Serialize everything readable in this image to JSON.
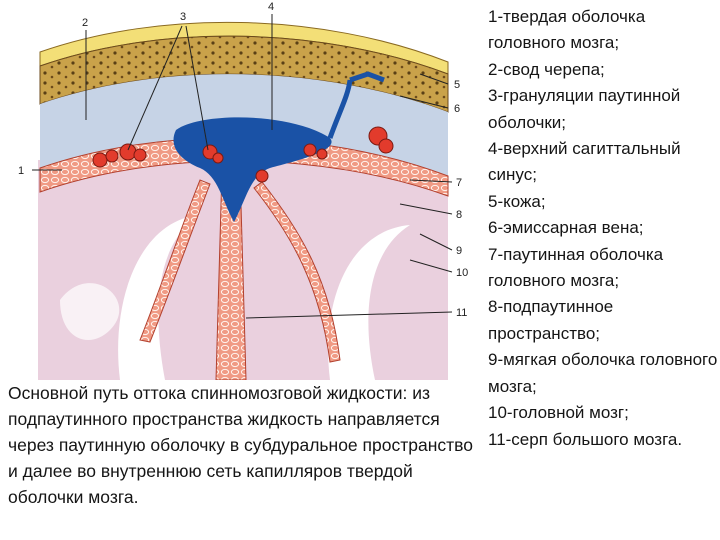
{
  "diagram": {
    "numbers": [
      "1",
      "2",
      "3",
      "4",
      "5",
      "6",
      "7",
      "8",
      "9",
      "10",
      "11"
    ]
  },
  "legend": [
    "1-твердая оболочка головного мозга;",
    "2-свод черепа;",
    "3-грануляции паутинной оболочки;",
    "4-верхний сагиттальный синус;",
    "5-кожа;",
    "6-эмиссарная вена;",
    "7-паутинная оболочка головного мозга;",
    "8-подпаутинное пространство;",
    "9-мягкая оболочка головного мозга;",
    "10-головной мозг;",
    "11-серп большого мозга."
  ],
  "caption": "Основной путь оттока спинномозговой жидкости: из подпаутинного пространства жидкость направляется через паутинную оболочку в субдуральное пространство и далее во внутреннюю сеть капилляров твердой оболочки мозга.",
  "colors": {
    "skull": "#c9a24a",
    "skin": "#f3df77",
    "dura": "#c6d3e6",
    "sinus": "#1a52a6",
    "granulation": "#e23b2c",
    "subarachnoid": "#f19a86",
    "brain": "#e9c9d9"
  }
}
